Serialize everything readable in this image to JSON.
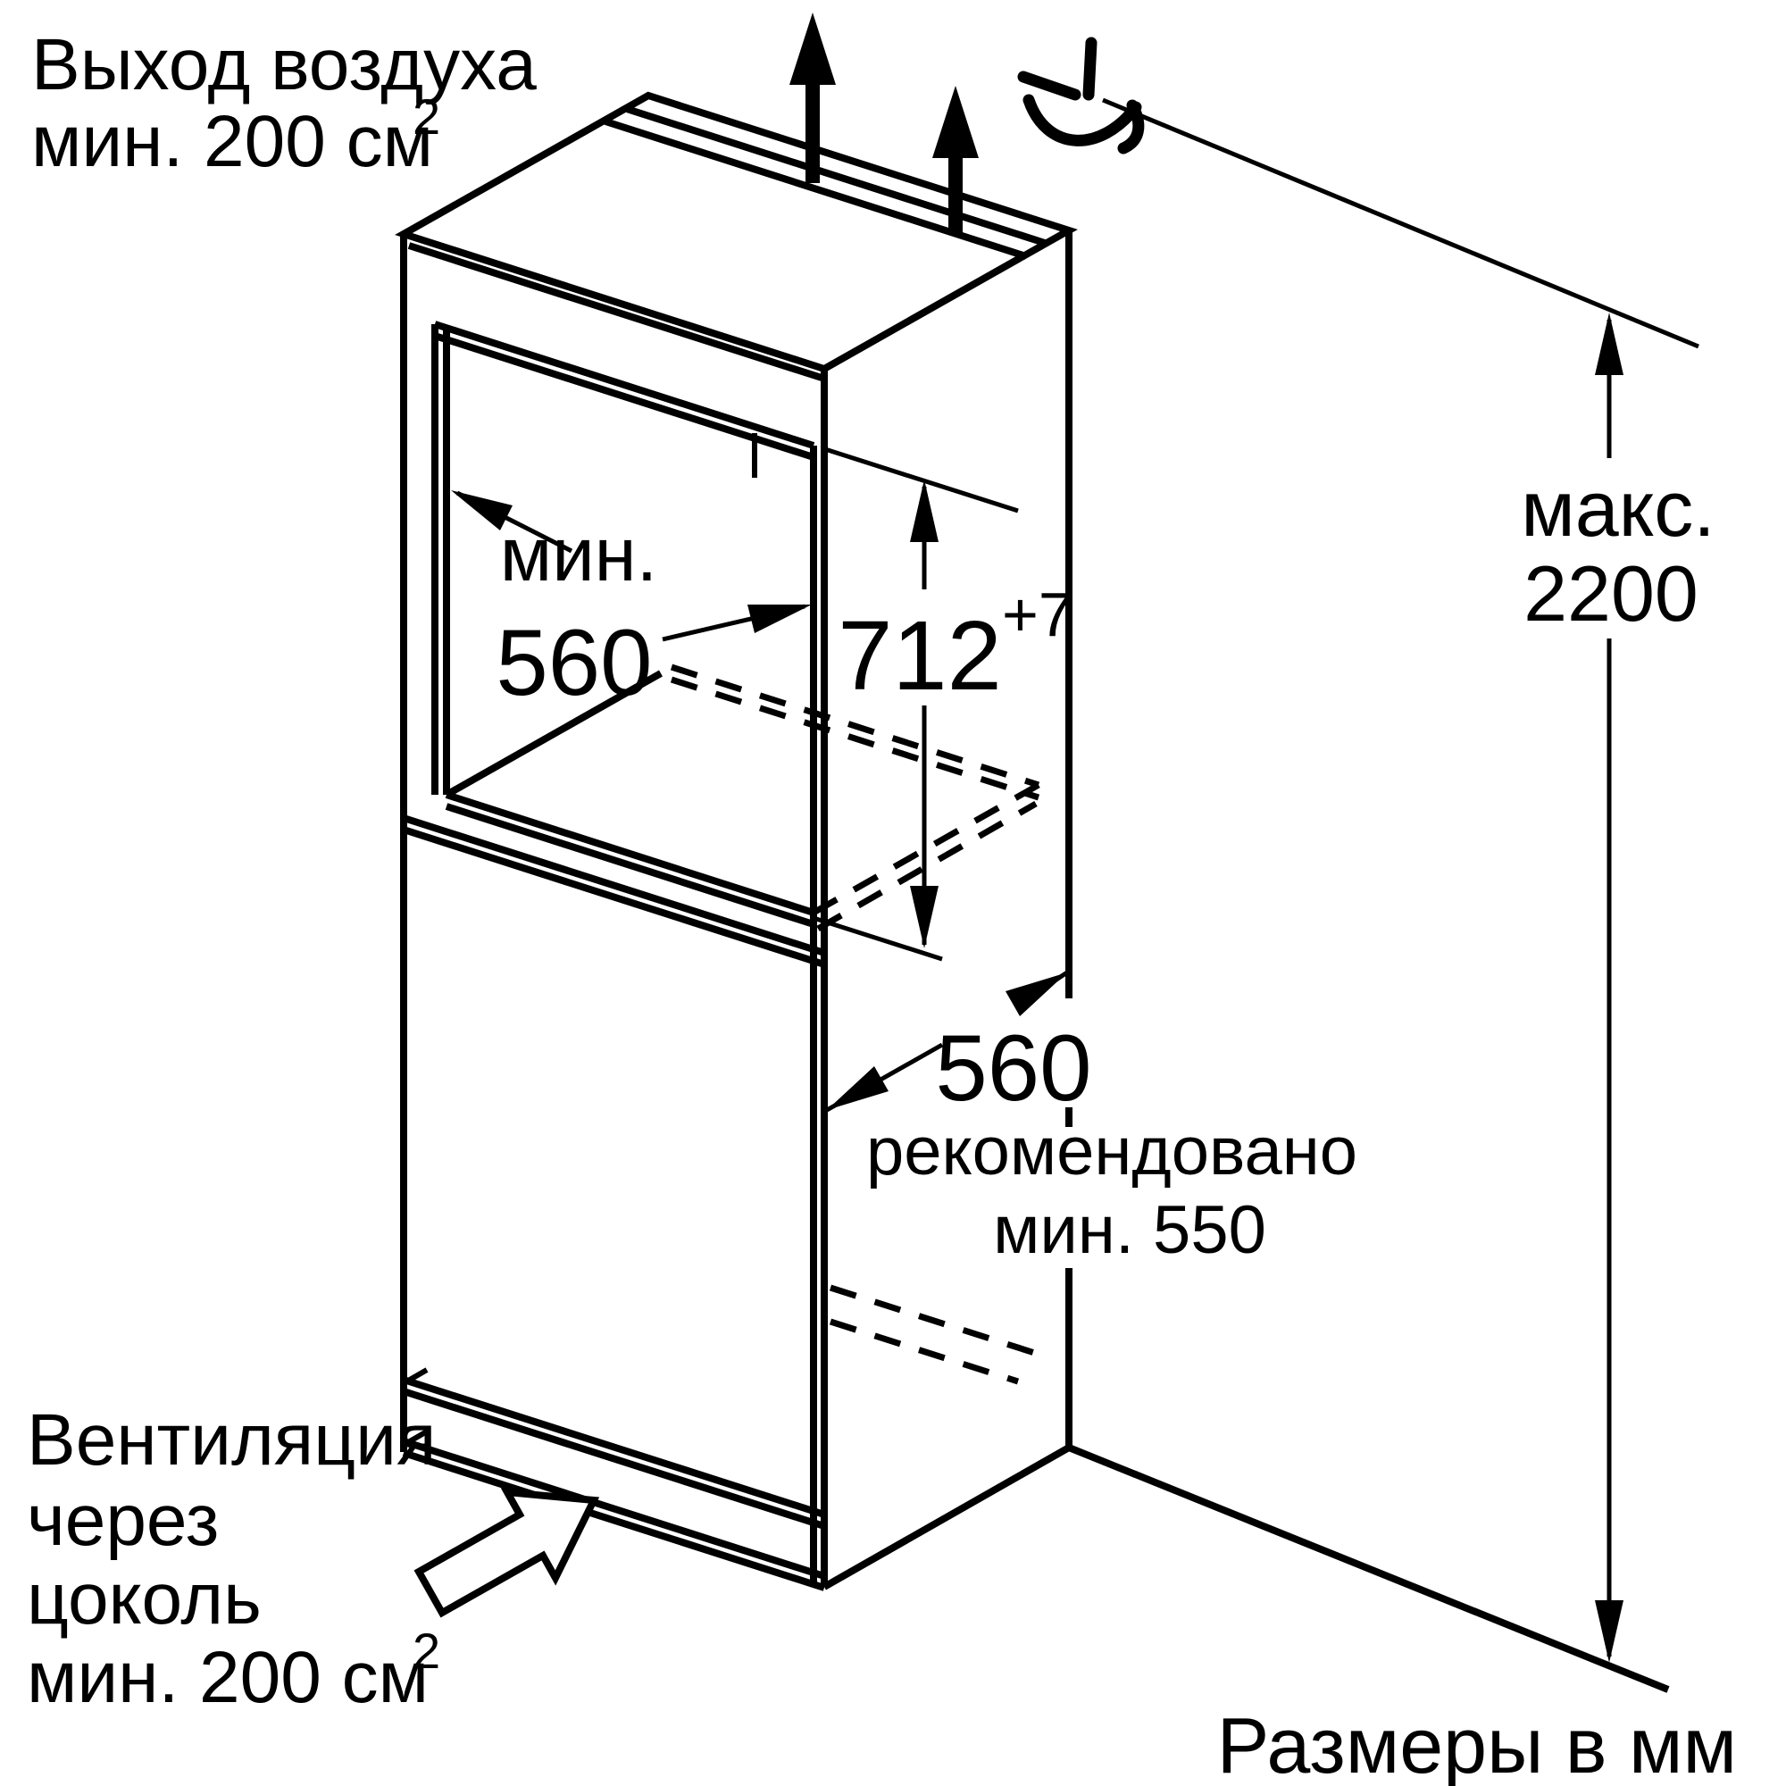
{
  "figure": {
    "type": "appliance-installation-diagram",
    "subject": "built-in refrigerator niche, isometric view",
    "background_color": "#ffffff",
    "line_color": "#000000"
  },
  "labels": {
    "air_outlet_line1": "Выход воздуха",
    "air_outlet_line2": "мин. 200 см",
    "air_outlet_sup": "2",
    "niche_width_word": "мин.",
    "niche_width_value": "560",
    "niche_height_value": "712",
    "niche_height_tolerance": "+7",
    "max_height_word": "макс.",
    "max_height_value": "2200",
    "depth_value": "560",
    "depth_recommended_line1": "рекомендовано",
    "depth_recommended_line2": "мин. 550",
    "plinth_line1": "Вентиляция",
    "plinth_line2": "через",
    "plinth_line3": "цоколь",
    "plinth_line4": "мин. 200 см",
    "plinth_sup": "2",
    "units_note": "Размеры в мм"
  },
  "dimensions_mm": {
    "air_outlet_min_area_cm2": "200",
    "niche_width_min": "560",
    "niche_height": "712+7",
    "height_max": "2200",
    "side_depth": "560",
    "depth_recommended_min": "550",
    "plinth_vent_min_area_cm2": "200"
  }
}
